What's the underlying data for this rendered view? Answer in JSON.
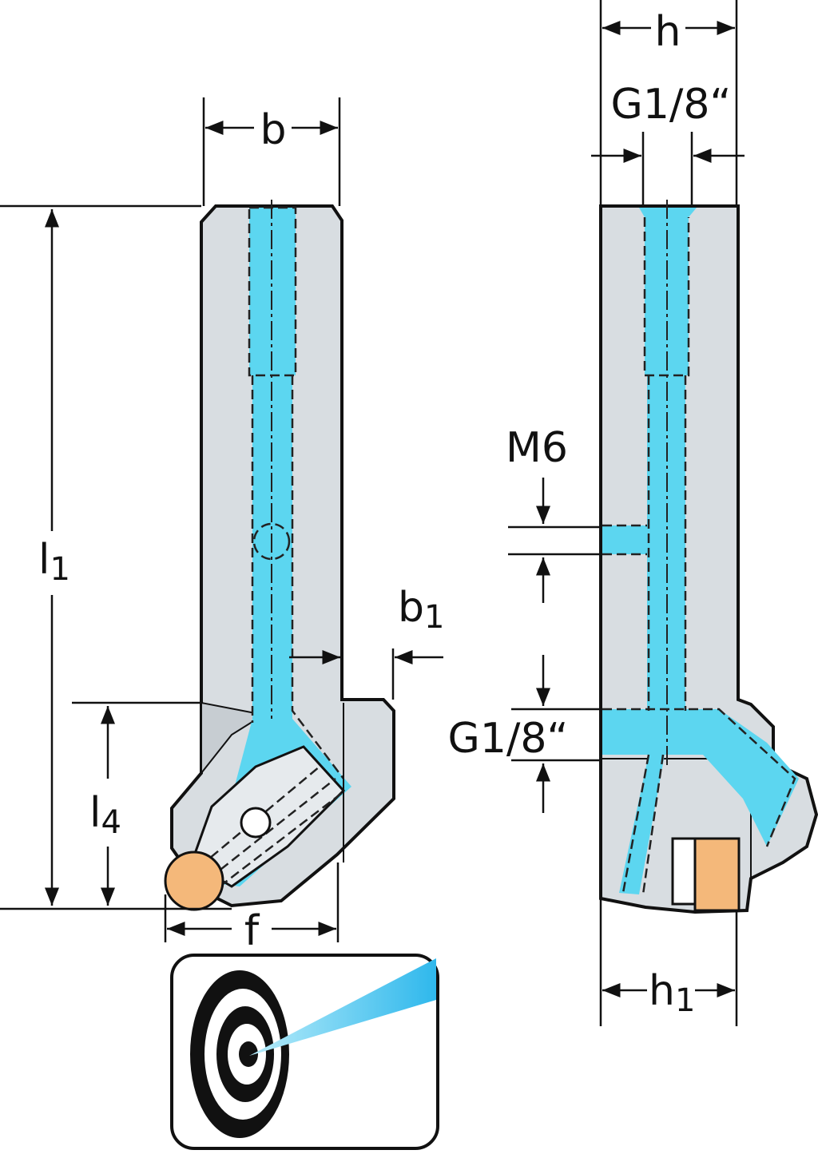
{
  "labels": {
    "b": "b",
    "h": "h",
    "g18_top": "G1/8“",
    "l1": {
      "main": "l",
      "sub": "1"
    },
    "b1": {
      "main": "b",
      "sub": "1"
    },
    "m6": "M6",
    "g18_side": "G1/8“",
    "l4": {
      "main": "l",
      "sub": "4"
    },
    "f": "f",
    "h1": {
      "main": "h",
      "sub": "1"
    }
  },
  "colors": {
    "body": "#d8dde1",
    "coolant": "#5cd6f0",
    "insert": "#f4b87a",
    "outline": "#111111"
  },
  "icons": {
    "coolant_symbol": "target-coolant-jet-icon"
  }
}
